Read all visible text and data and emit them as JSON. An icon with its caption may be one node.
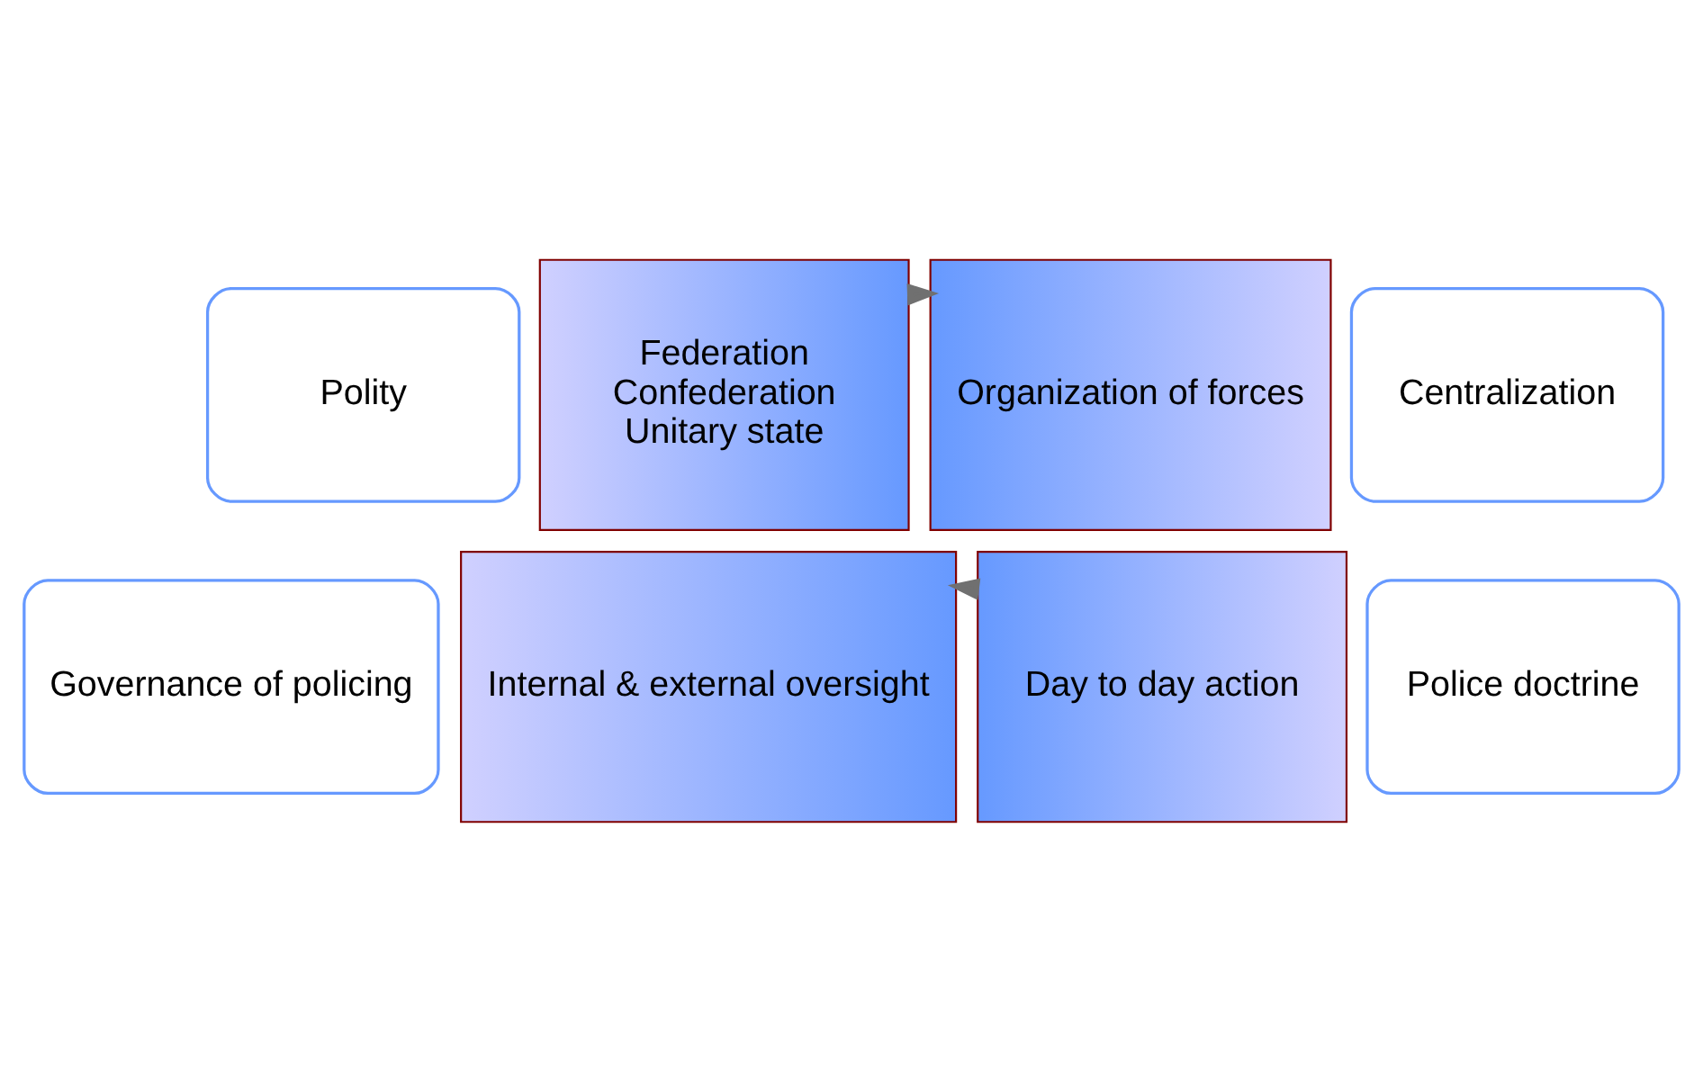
{
  "diagram": {
    "nodes": [
      {
        "text": [
          "Polity"
        ]
      },
      {
        "text": [
          "Federation",
          "Confederation",
          "Unitary state"
        ]
      },
      {
        "text": [
          "Organization of forces"
        ]
      },
      {
        "text": [
          "Centralization"
        ]
      },
      {
        "text": [
          "Governance of policing"
        ]
      },
      {
        "text": [
          "Internal & external oversight"
        ]
      },
      {
        "text": [
          "Day to day action"
        ]
      },
      {
        "text": [
          "Police doctrine"
        ]
      }
    ],
    "edges": [
      {
        "from": 1,
        "to": 2,
        "arrow": "to"
      },
      {
        "from": 6,
        "to": 5,
        "arrow": "to"
      }
    ]
  }
}
